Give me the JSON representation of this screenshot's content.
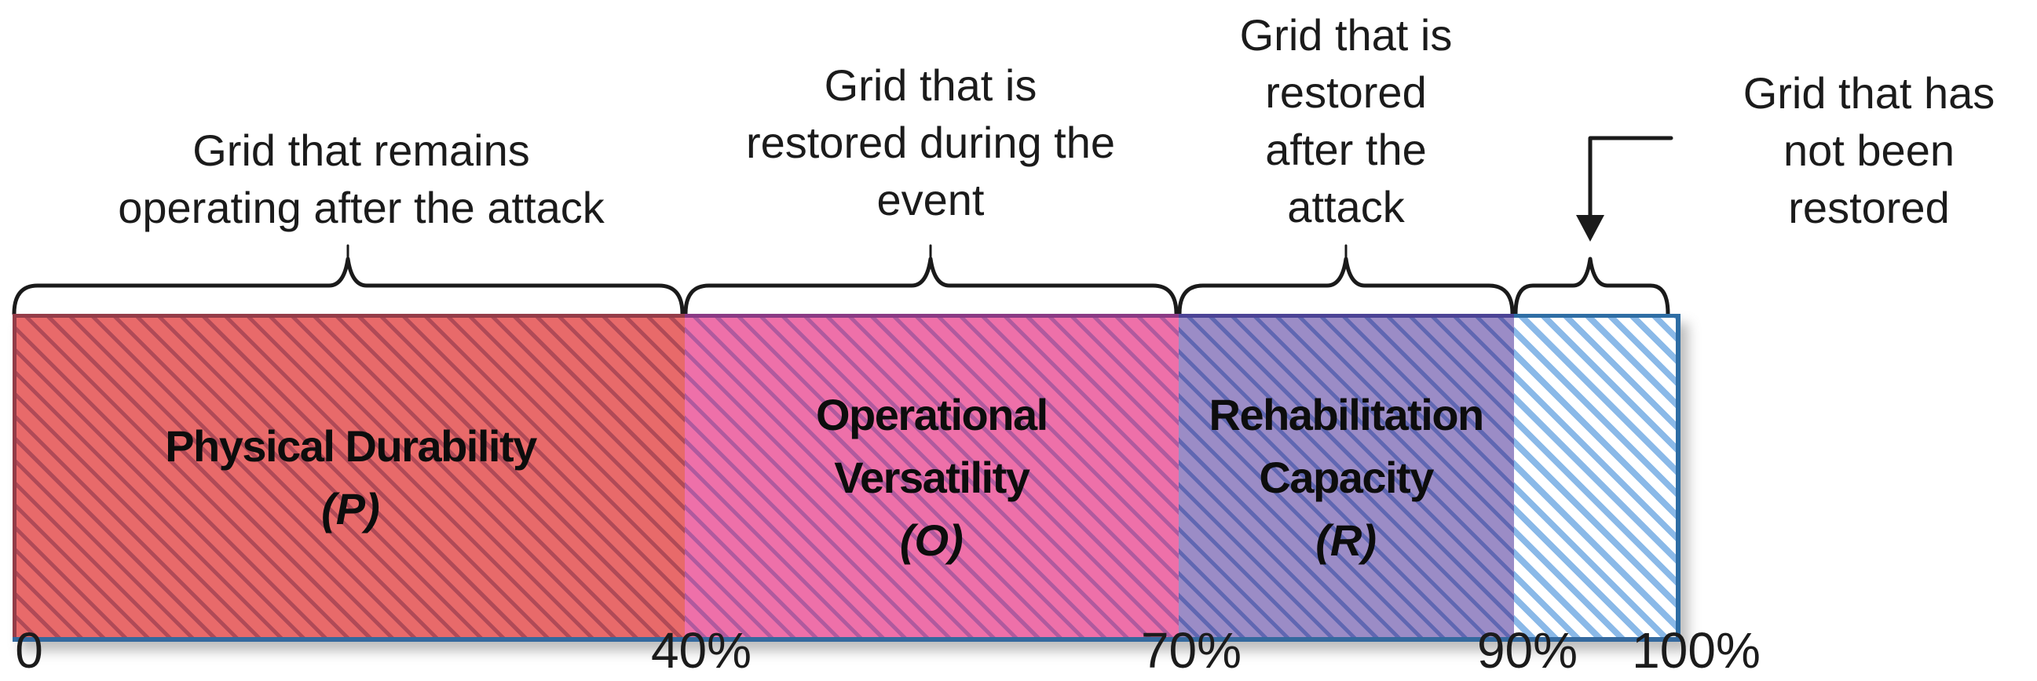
{
  "figure": {
    "annotations": [
      {
        "text": "Grid that remains\noperating after the attack"
      },
      {
        "text": "Grid that is\nrestored during the\nevent"
      },
      {
        "text": "Grid that is\nrestored\nafter the\nattack"
      },
      {
        "text": "Grid that has\nnot been\nrestored"
      }
    ],
    "segments": [
      {
        "name": "Physical Durability",
        "symbol": "(P)",
        "fill": "#e86a6a",
        "hatch": "#b04a57",
        "border": "#943c48",
        "range": "0-40%"
      },
      {
        "name": "Operational\nVersatility",
        "symbol": "(O)",
        "fill": "#ee70a9",
        "hatch": "#b05a9e",
        "border": "#8a3a84",
        "range": "40-70%"
      },
      {
        "name": "Rehabilitation\nCapacity",
        "symbol": "(R)",
        "fill": "#9b8cc6",
        "hatch": "#6067b2",
        "border": "#4b4395",
        "range": "70-90%"
      },
      {
        "name": "",
        "symbol": "",
        "fill": "#ffffff",
        "hatch": "#8ab9e8",
        "border": "#2e6da4",
        "range": "90-100%"
      }
    ],
    "ticks": [
      "0",
      "40%",
      "70%",
      "90%",
      "100%"
    ],
    "colors": {
      "axis_bottom": "#34699e",
      "brace": "#1a1a1a"
    }
  },
  "chart_data": {
    "type": "bar",
    "orientation": "horizontal-stacked",
    "title": "",
    "xlabel": "",
    "ylabel": "",
    "x_ticks": [
      "0",
      "40%",
      "70%",
      "90%",
      "100%"
    ],
    "xlim": [
      0,
      100
    ],
    "categories": [
      "Physical Durability (P)",
      "Operational Versatility (O)",
      "Rehabilitation Capacity (R)",
      "Grid that has not been restored"
    ],
    "values": [
      40,
      30,
      20,
      10
    ],
    "segment_bounds_percent": [
      [
        0,
        40
      ],
      [
        40,
        70
      ],
      [
        70,
        90
      ],
      [
        90,
        100
      ]
    ],
    "annotations": [
      {
        "label": "Grid that remains operating after the attack",
        "covers_percent": [
          0,
          40
        ]
      },
      {
        "label": "Grid that is restored during the event",
        "covers_percent": [
          40,
          70
        ]
      },
      {
        "label": "Grid that is restored after the attack",
        "covers_percent": [
          70,
          90
        ]
      },
      {
        "label": "Grid that has not been restored",
        "covers_percent": [
          90,
          100
        ]
      }
    ]
  }
}
